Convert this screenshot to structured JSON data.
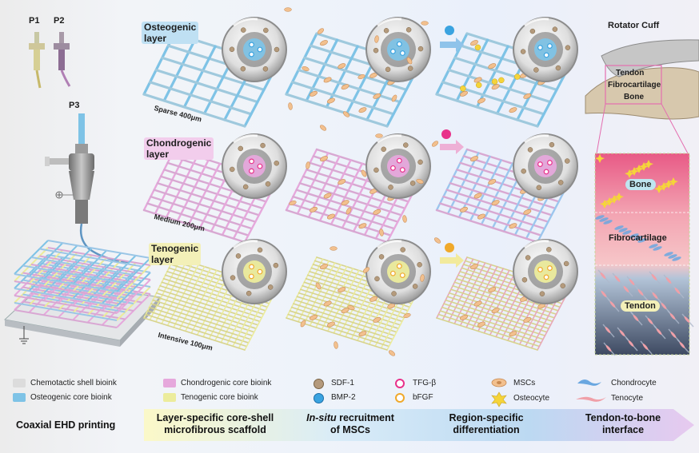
{
  "printers": {
    "p1": "P1",
    "p2": "P2",
    "p3": "P3"
  },
  "layers": {
    "osteogenic_line1": "Osteogenic",
    "osteogenic_line2": "layer",
    "chondrogenic_line1": "Chondrogenic",
    "chondrogenic_line2": "layer",
    "tenogenic_line1": "Tenogenic",
    "tenogenic_line2": "layer"
  },
  "spacing": {
    "sparse": "Sparse 400μm",
    "medium": "Medium 200μm",
    "intensive": "Intensive 100μm"
  },
  "anatomy": {
    "title": "Rotator Cuff",
    "tendon": "Tendon",
    "fibrocartilage": "Fibrocartilage",
    "bone": "Bone"
  },
  "interface_labels": {
    "bone": "Bone",
    "fibrocartilage": "Fibrocartilage",
    "tendon": "Tendon"
  },
  "legend": {
    "chemotactic_shell": "Chemotactic shell bioink",
    "osteogenic_core": "Osteogenic core bioink",
    "chondrogenic_core": "Chondrogenic core bioink",
    "tenogenic_core": "Tenogenic core bioink",
    "sdf1": "SDF-1",
    "bmp2": "BMP-2",
    "tgfb": "TFG-β",
    "bfgf": "bFGF",
    "mscs": "MSCs",
    "osteocyte": "Osteocyte",
    "chondrocyte": "Chondrocyte",
    "tenocyte": "Tenocyte"
  },
  "stages": {
    "s1": "Coaxial EHD printing",
    "s2_line1": "Layer-specific core-shell",
    "s2_line2": "microfibrous scaffold",
    "s3_em": "In-situ",
    "s3_rest": " recruitment",
    "s3_line2": "of MSCs",
    "s4_line1": "Region-specific",
    "s4_line2": "differentiation",
    "s5_line1": "Tendon-to-bone",
    "s5_line2": "interface"
  },
  "colors": {
    "shell": "#dcdcdc",
    "osteogenic": "#7ec3e6",
    "chondrogenic": "#e6a8dc",
    "tenogenic": "#ecec9c",
    "sdf1": "#b49a7c",
    "bmp2": "#3aa3e0",
    "tgfb": "#e8318a",
    "bfgf": "#f0a92a",
    "msc": "#f2c08e",
    "osteocyte": "#f5d43a",
    "chondrocyte": "#6aa7e0",
    "tenocyte": "#f0a0a8"
  }
}
